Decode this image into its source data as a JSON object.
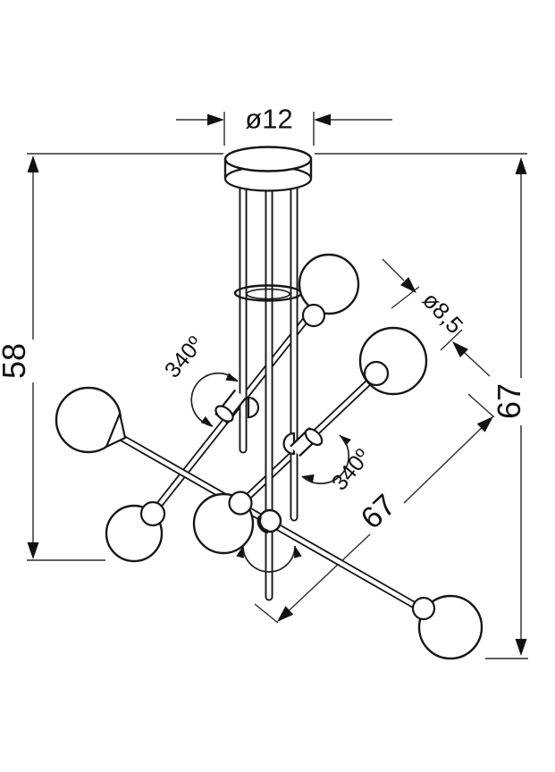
{
  "dimensions": {
    "canopy_diameter": "ø12",
    "height_left": "58",
    "height_right": "67",
    "ball_diameter": "ø8,5",
    "arm_length": "67",
    "rotation_left": "340º",
    "rotation_right": "340º"
  },
  "colors": {
    "background": "#ffffff",
    "drawing_line": "#161616",
    "dimension_line": "#2b2b2b",
    "text": "#111111"
  }
}
